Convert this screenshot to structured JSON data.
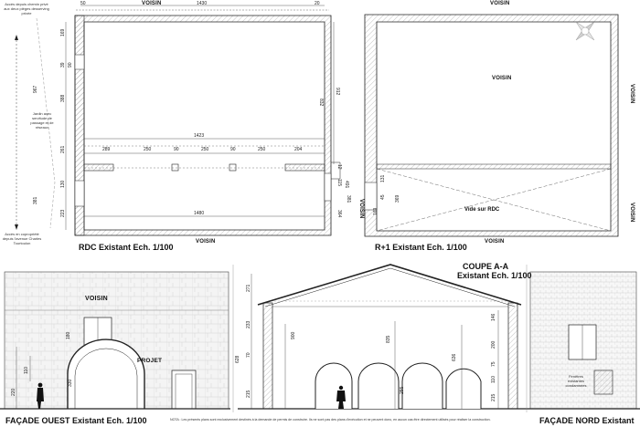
{
  "colors": {
    "line": "#222222",
    "hatch": "#9a9a9a",
    "background": "#ffffff"
  },
  "icons": [
    "north-arrow-icon",
    "person-figure-icon"
  ],
  "rdc": {
    "title": "RDC Existant Ech. 1/100",
    "voisin_top": "VOISIN",
    "voisin_bottom": "VOISIN",
    "dims": {
      "d50": "50",
      "d1430": "1430",
      "d20": "20",
      "d169": "169",
      "d39": "39",
      "d90": "90",
      "d388": "388",
      "d967": "967",
      "d261": "261",
      "d130": "130",
      "d381": "381",
      "d223": "223",
      "d832": "832",
      "d912": "912",
      "d1423": "1423",
      "d289": "289",
      "d250a": "250",
      "d90a": "90",
      "d250b": "250",
      "d90b": "90",
      "d250c": "250",
      "d204": "204",
      "d1480": "1480",
      "d12": "12",
      "d115": "115",
      "d364": "364",
      "d381r": "381"
    },
    "note_top": "Accès depuis chemin privé aux deux pièges desserving privée",
    "note_jardin": "Jardin avec servitude de passage et de réseaux",
    "note_bottom": "Accès en copropriété depuis l'avenue Charles Tourtoulon"
  },
  "r1": {
    "title": "R+1 Existant Ech. 1/100",
    "voisin_top": "VOISIN",
    "voisin_mid": "VOISIN",
    "voisin_bottom": "VOISIN",
    "voisin_right_top": "VOISIN",
    "voisin_right_bottom": "VOISIN",
    "voisin_left": "VOISIN",
    "vide": "Vide sur RDC",
    "dims": {
      "d131": "131",
      "d45": "45",
      "d169": "169",
      "d369": "369",
      "d491": "491"
    }
  },
  "facade_ouest": {
    "title": "FAÇADE OUEST Existant Ech. 1/100",
    "voisin": "VOISIN",
    "projet": "PROJET",
    "dims": {
      "d180": "180",
      "d110": "110",
      "d220": "220",
      "d330": "330"
    }
  },
  "coupe": {
    "title_line1": "COUPE A-A",
    "title_line2": "Existant Ech. 1/100",
    "dims": {
      "d271": "271",
      "d233": "233",
      "d628": "628",
      "d70": "70",
      "d215": "215",
      "d900": "900",
      "d835": "835",
      "d636": "636",
      "d255": "255",
      "d146": "146",
      "d200": "200",
      "d75": "75",
      "d110": "110",
      "d215r": "215"
    }
  },
  "facade_nord": {
    "title": "FAÇADE NORD Existant",
    "note": "Fenêtres existantes condamnées"
  },
  "footer_note": "NOTA : Les présents plans sont exclusivement destinés à la demande de permis de construire. Ils ne sont pas des plans d'exécution et ne peuvent donc, en aucun cas être directement utilisés pour réaliser la construction."
}
